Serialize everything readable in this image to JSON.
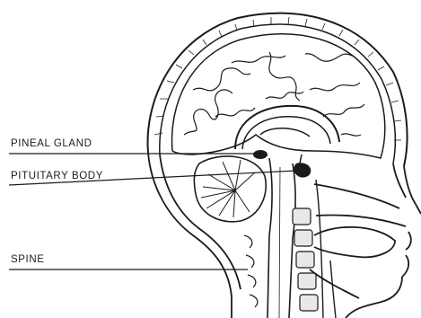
{
  "labels": {
    "pineal_gland": "PINEAL GLAND",
    "pituitary_body": "PITUITARY BODY",
    "spine": "SPINE"
  },
  "colors": {
    "ink": "#1b1b1b",
    "paper": "#ffffff",
    "bone_tint": "#e8e8e8"
  }
}
